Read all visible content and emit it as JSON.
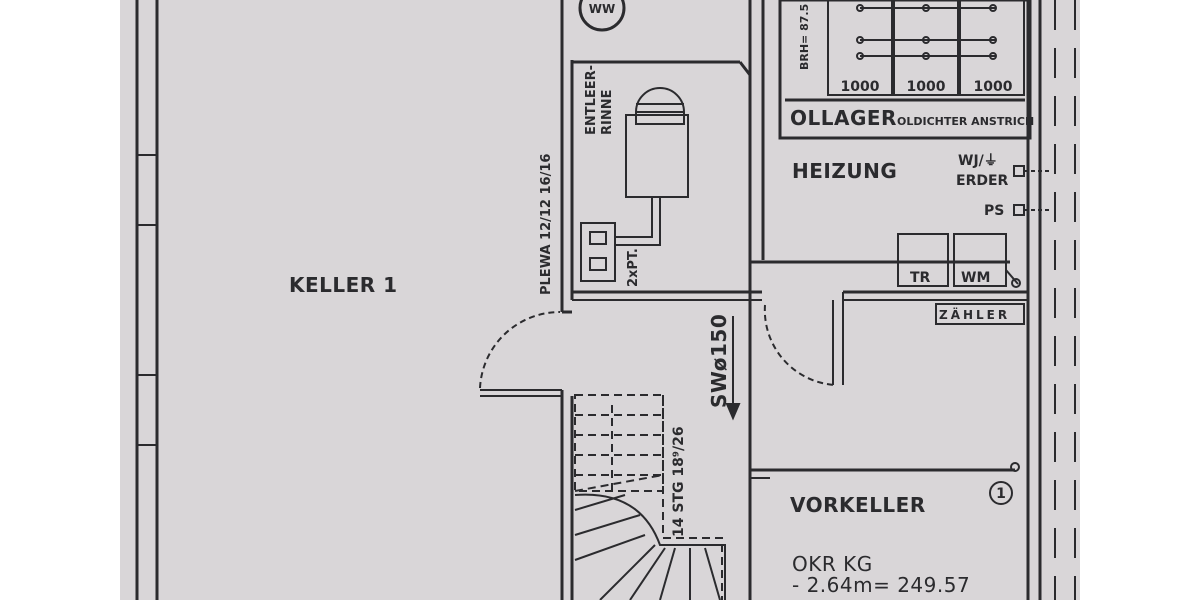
{
  "rooms": {
    "keller1": "KELLER 1",
    "heizung": "HEIZUNG",
    "vorkeller": "VORKELLER",
    "ollager": "OLLAGER",
    "ollager_note": "OLDICHTER ANSTRICH"
  },
  "labels": {
    "ww": "WW",
    "brh": "BRH= 87.5",
    "tank_1": "1000",
    "tank_2": "1000",
    "tank_3": "1000",
    "entleerrinne_1": "ENTLEER-",
    "entleerrinne_2": "RINNE",
    "plewa": "PLEWA 12/12 16/16",
    "two_pt": "2xPT.",
    "sw": "SWø150",
    "stair": "14 STG 18⁹/26",
    "wj_erder_1": "WJ/⏚",
    "wj_erder_2": "ERDER",
    "ps": "PS",
    "tr": "TR",
    "wm": "WM",
    "zahler": "ZÄHLER",
    "number_one": "1",
    "okr_1": "OKR KG",
    "okr_2": "- 2.64m= 249.57"
  },
  "colors": {
    "paper": "#d9d6d8",
    "ink": "#2b2b2e",
    "margin": "#ffffff"
  }
}
